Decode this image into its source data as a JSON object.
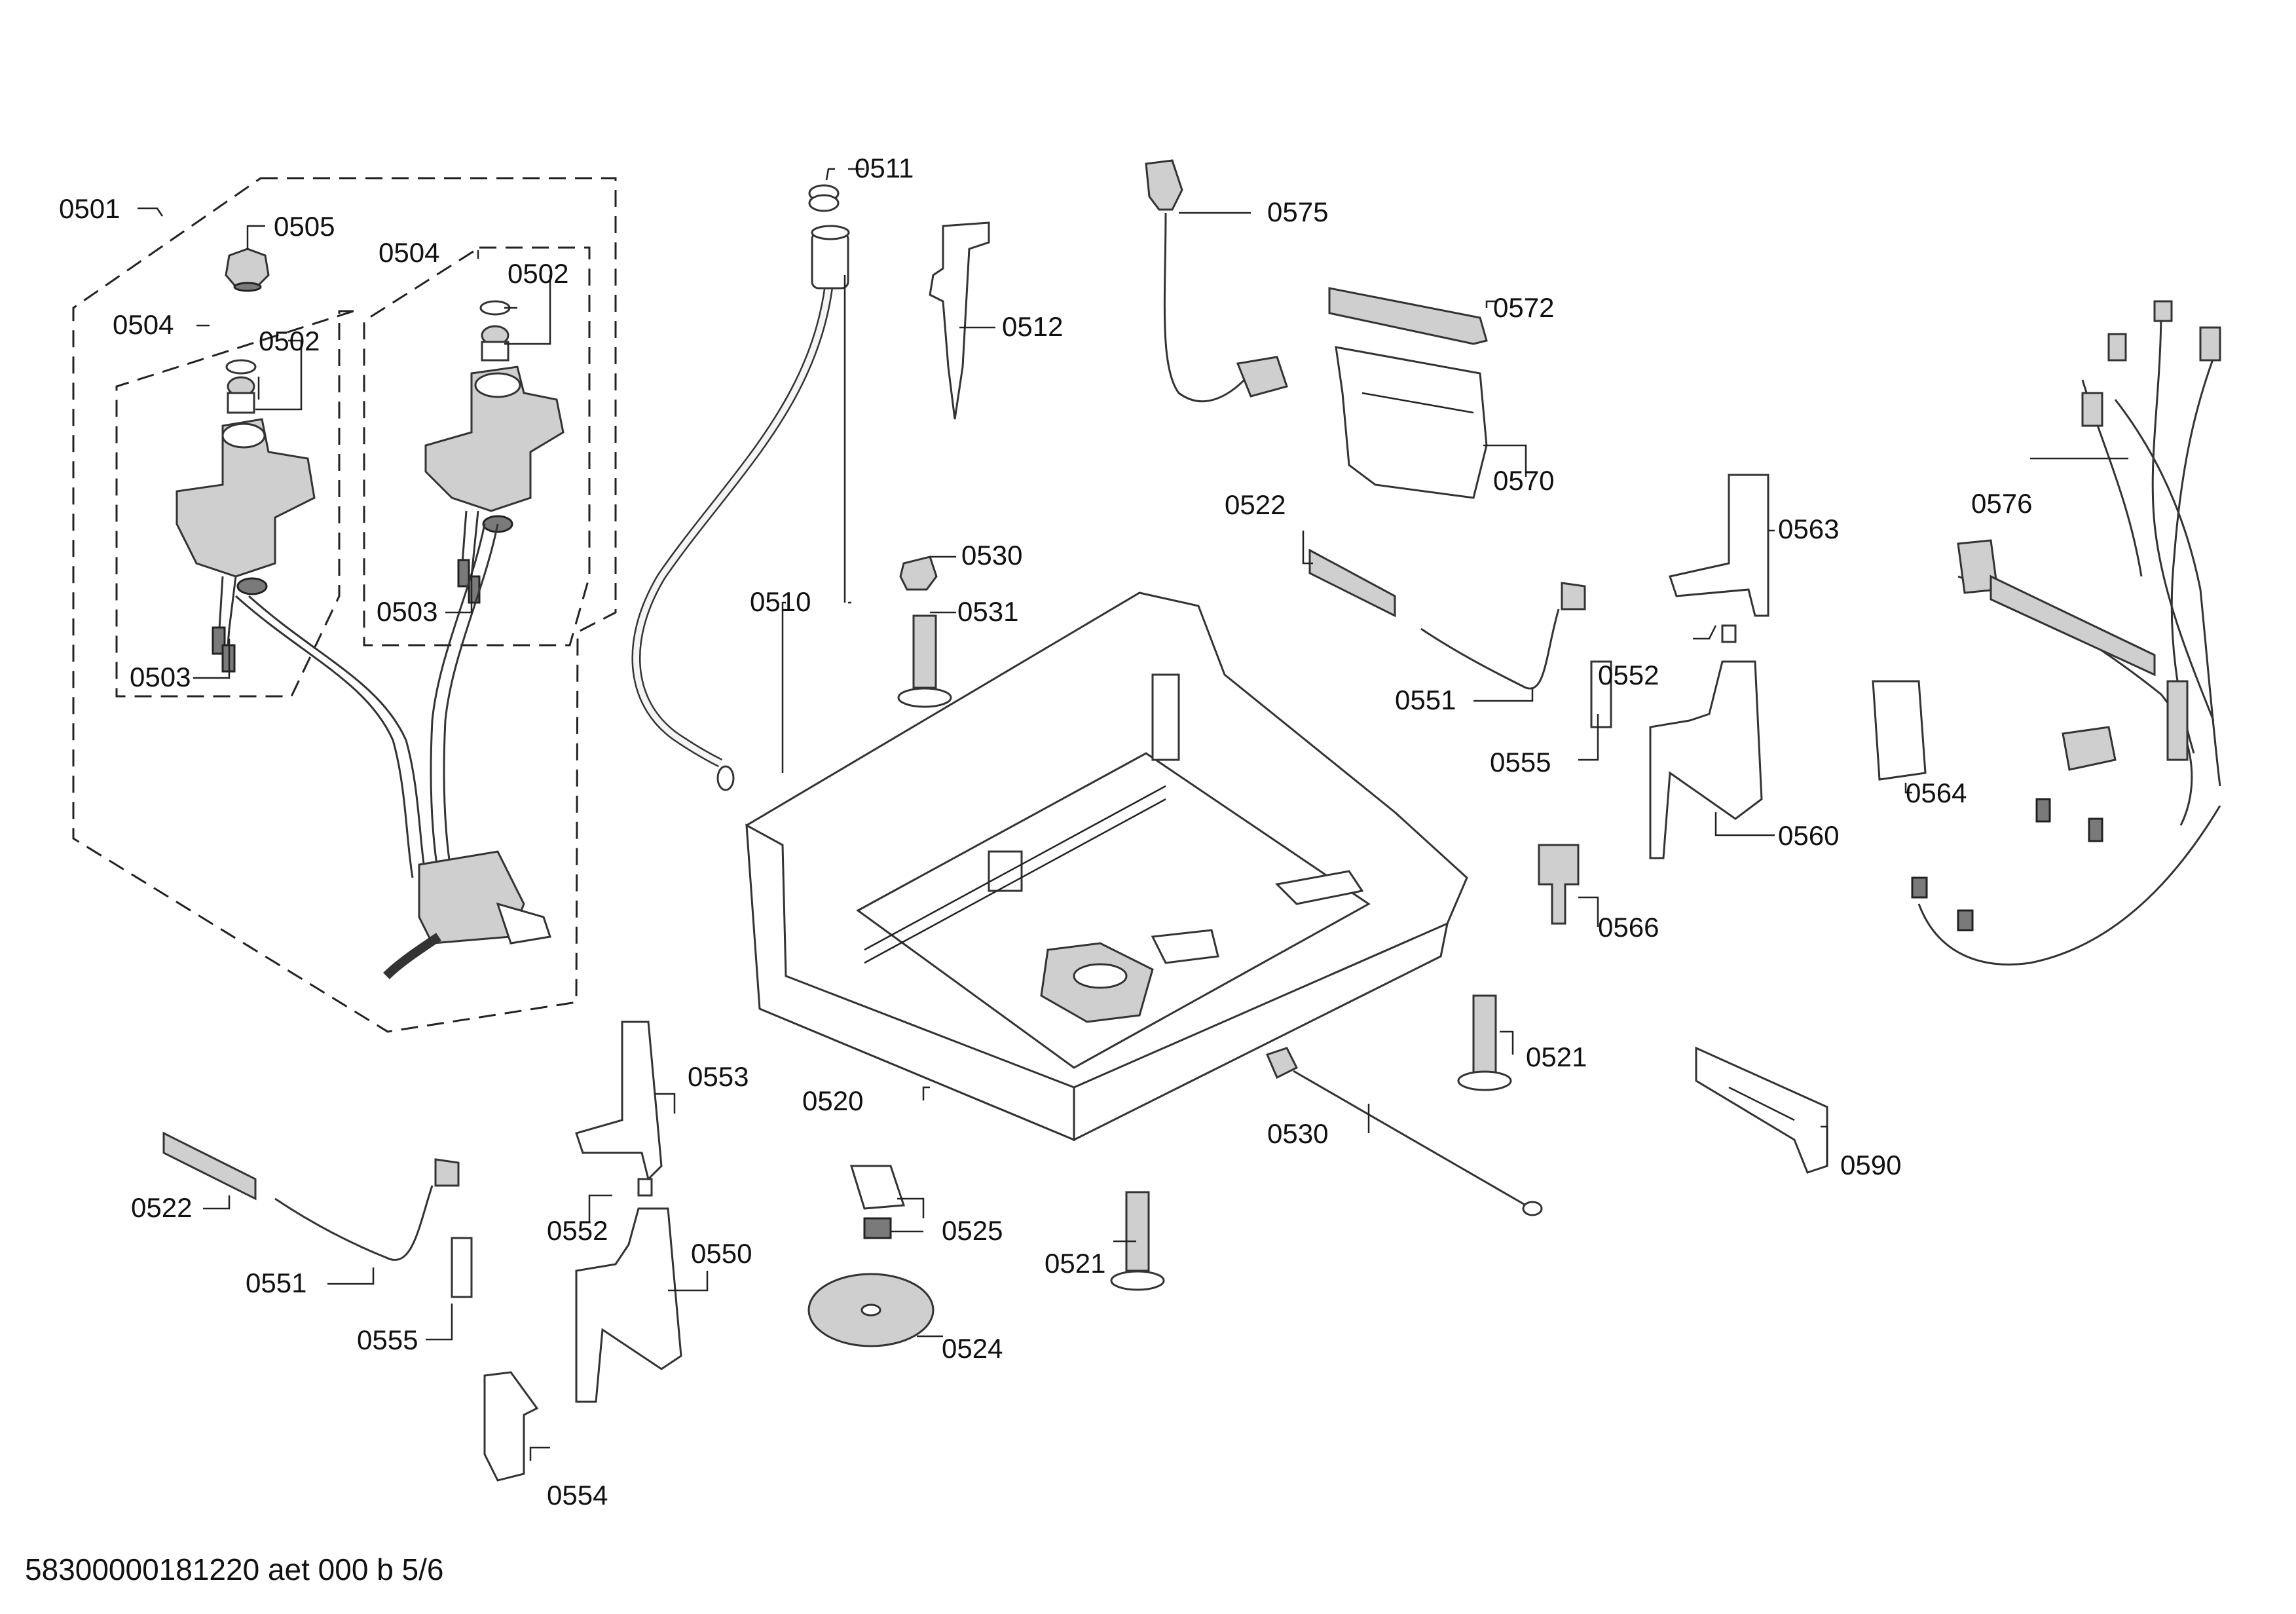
{
  "footer": {
    "text": "58300000181220 aet 000 b 5/6"
  },
  "labels": {
    "l0501": "0501",
    "l0505": "0505",
    "l0504a": "0504",
    "l0502a": "0502",
    "l0504b": "0504",
    "l0502b": "0502",
    "l0503a": "0503",
    "l0503b": "0503",
    "l0511": "0511",
    "l0512": "0512",
    "l0510": "0510",
    "l0530a": "0530",
    "l0531": "0531",
    "l0575": "0575",
    "l0572": "0572",
    "l0570": "0570",
    "l0522a": "0522",
    "l0551a": "0551",
    "l0555a": "0555",
    "l0552a": "0552",
    "l0563": "0563",
    "l0560": "0560",
    "l0564": "0564",
    "l0576": "0576",
    "l0566": "0566",
    "l0521a": "0521",
    "l0590": "0590",
    "l0530b": "0530",
    "l0520": "0520",
    "l0553": "0553",
    "l0522b": "0522",
    "l0551b": "0551",
    "l0555b": "0555",
    "l0552b": "0552",
    "l0550": "0550",
    "l0554": "0554",
    "l0525": "0525",
    "l0524": "0524",
    "l0521b": "0521"
  }
}
